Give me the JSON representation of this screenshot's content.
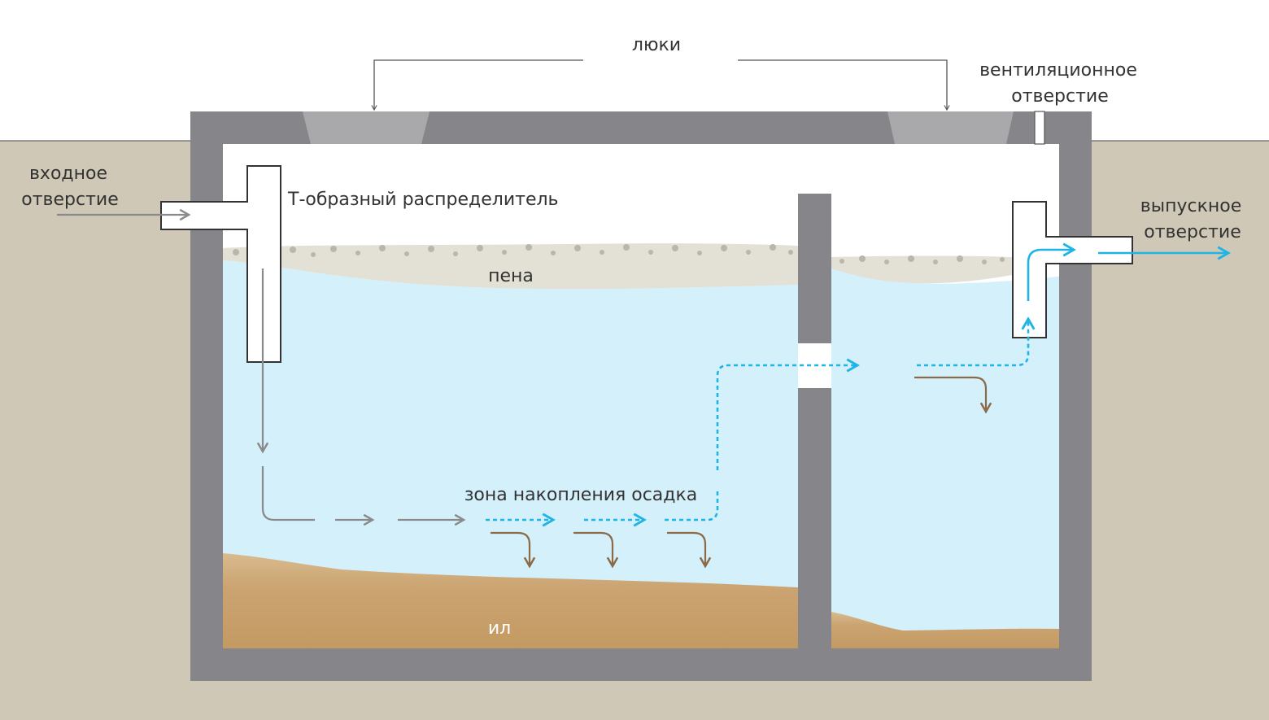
{
  "labels": {
    "hatches": "люки",
    "vent_line1": "вентиляционное",
    "vent_line2": "отверстие",
    "inlet_line1": "входное",
    "inlet_line2": "отверстие",
    "t_distributor": "Т-образный распределитель",
    "outlet_line1": "выпускное",
    "outlet_line2": "отверстие",
    "foam": "пена",
    "settling_zone": "зона накопления осадка",
    "sludge": "ил"
  },
  "colors": {
    "ground": "#cfc8b6",
    "concrete": "#86868a",
    "hatch": "#a9a9ab",
    "water": "#d4f0fb",
    "sludge": "#c9a06c",
    "foam": "#e3e0d6",
    "flow_gray": "#8a8a8c",
    "flow_blue": "#1eb4e6",
    "settle_brown": "#8b6a45",
    "label_text": "#333333"
  }
}
